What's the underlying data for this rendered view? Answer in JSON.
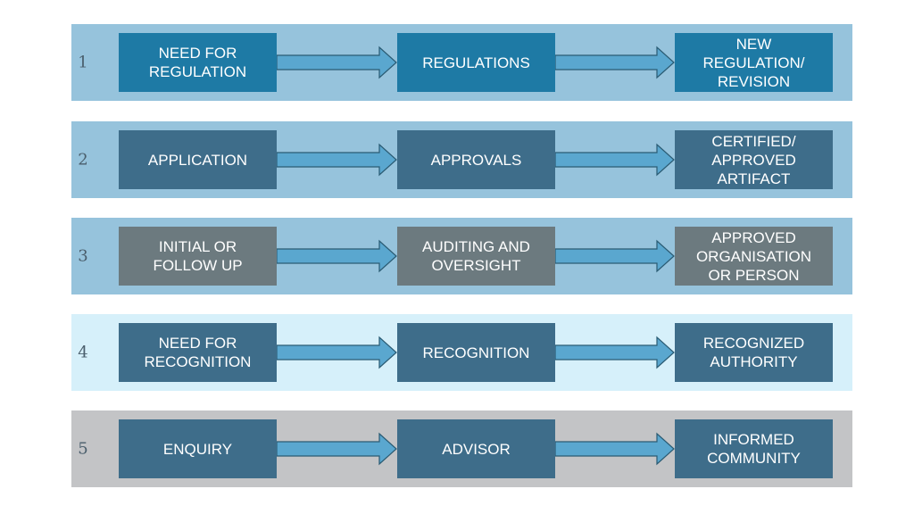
{
  "rows": [
    {
      "number": "1",
      "background": "#96c3dc",
      "box_color": "#1e7aa5",
      "steps": [
        "NEED FOR\nREGULATION",
        "REGULATIONS",
        "NEW\nREGULATION/\nREVISION"
      ]
    },
    {
      "number": "2",
      "background": "#96c3dc",
      "box_color": "#3e6d8a",
      "steps": [
        "APPLICATION",
        "APPROVALS",
        "CERTIFIED/\nAPPROVED\nARTIFACT"
      ]
    },
    {
      "number": "3",
      "background": "#96c3dc",
      "box_color": "#6c7a7f",
      "steps": [
        "INITIAL OR\nFOLLOW UP",
        "AUDITING AND\nOVERSIGHT",
        "APPROVED\nORGANISATION\nOR PERSON"
      ]
    },
    {
      "number": "4",
      "background": "#d6f0fa",
      "box_color": "#3e6d8a",
      "steps": [
        "NEED FOR\nRECOGNITION",
        "RECOGNITION",
        "RECOGNIZED\nAUTHORITY"
      ]
    },
    {
      "number": "5",
      "background": "#c3c4c6",
      "box_color": "#3e6d8a",
      "steps": [
        "ENQUIRY",
        "ADVISOR",
        "INFORMED\nCOMMUNITY"
      ]
    }
  ],
  "arrow_color": "#5aa7cf",
  "arrow_stroke": "#2a5b73"
}
